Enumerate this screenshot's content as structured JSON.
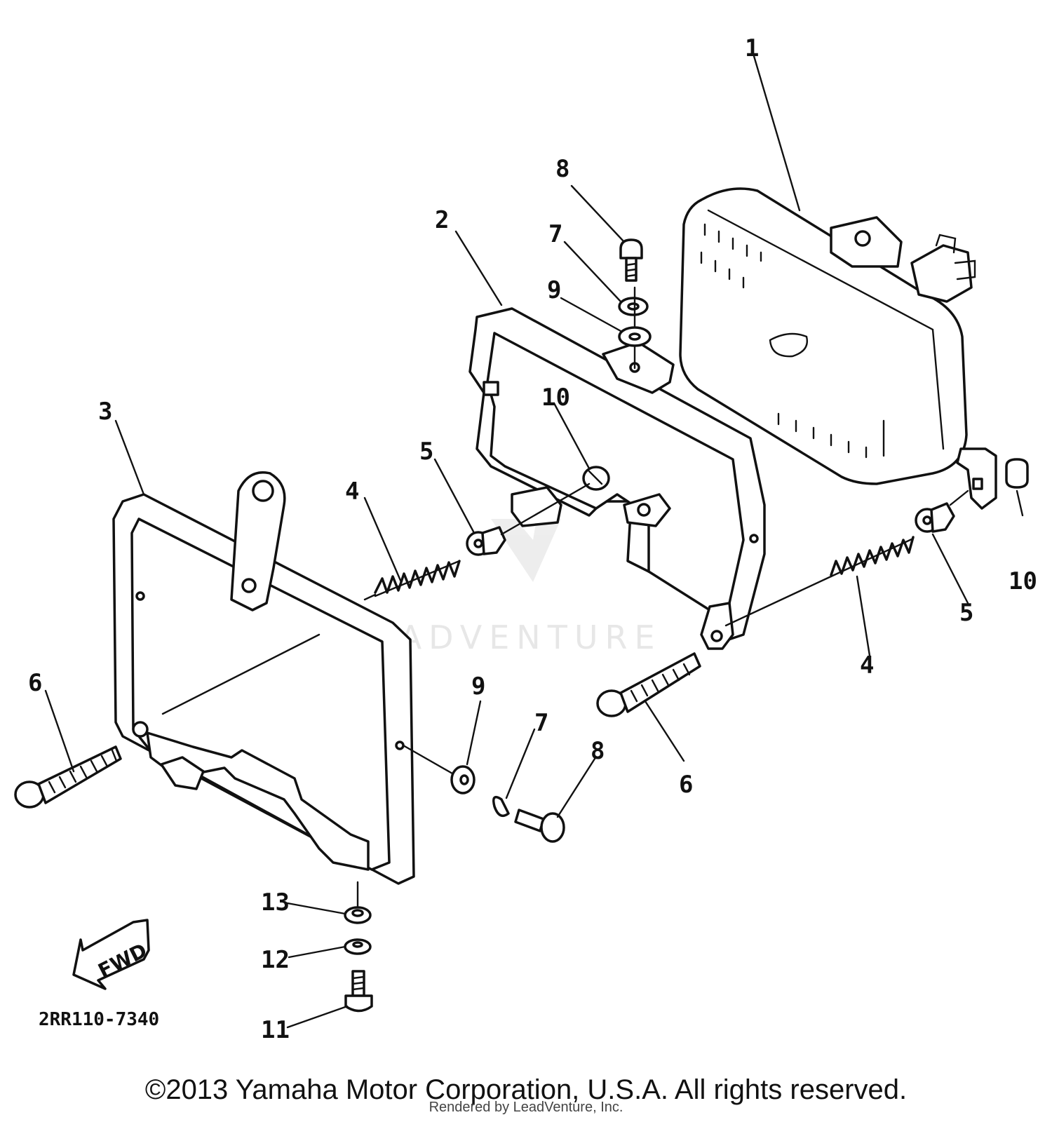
{
  "diagram": {
    "callouts": {
      "c1": "1",
      "c2": "2",
      "c3": "3",
      "c4a": "4",
      "c4b": "4",
      "c5a": "5",
      "c5b": "5",
      "c6a": "6",
      "c6b": "6",
      "c7a": "7",
      "c7b": "7",
      "c8a": "8",
      "c8b": "8",
      "c9a": "9",
      "c9b": "9",
      "c10a": "10",
      "c10b": "10",
      "c11": "11",
      "c12": "12",
      "c13": "13"
    },
    "fwd_label": "FWD",
    "diagram_code": "2RR110-7340",
    "watermark": "LEADVENTURE"
  },
  "footer": {
    "copyright": "©2013 Yamaha Motor Corporation, U.S.A. All rights reserved.",
    "rendered_by": "Rendered by LeadVenture, Inc."
  }
}
